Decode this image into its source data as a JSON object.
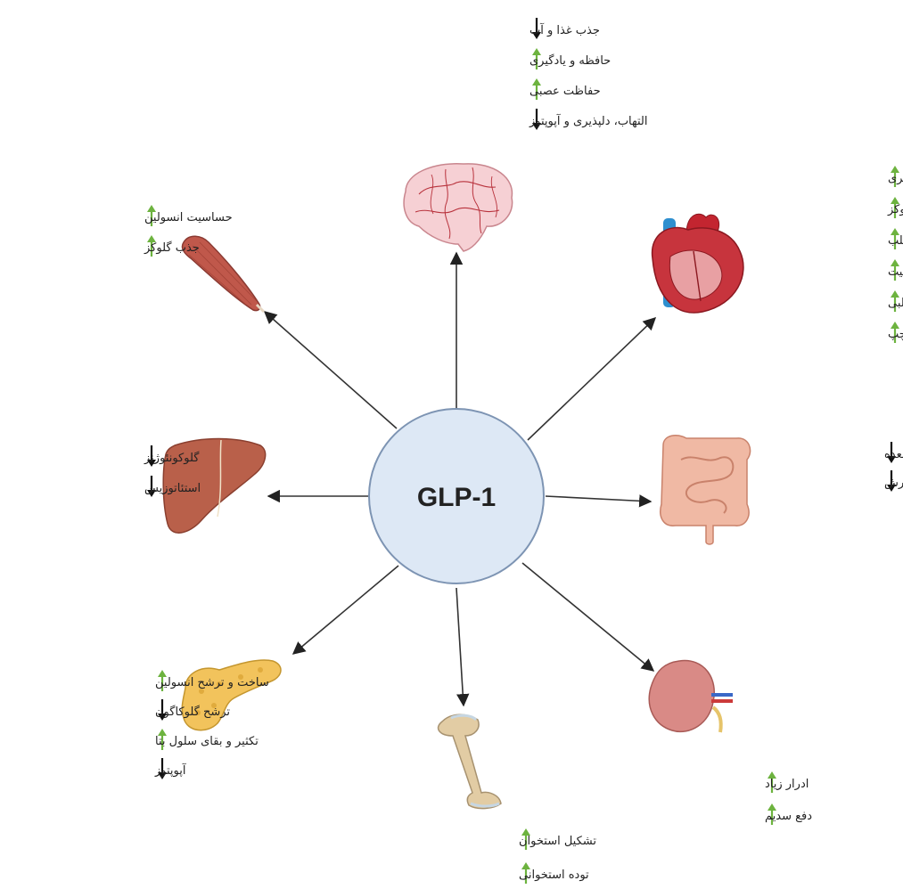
{
  "center": {
    "label": "GLP-1"
  },
  "colors": {
    "up_arrow": "#6db33f",
    "down_arrow": "#111111",
    "center_fill": "#dde8f5",
    "center_stroke": "#7d94b3"
  },
  "organs": [
    {
      "name": "brain",
      "icon": "brain-icon",
      "effects": [
        {
          "text": "جذب غذا و آب",
          "direction": "down"
        },
        {
          "text": "حافظه و یادگیری",
          "direction": "up"
        },
        {
          "text": "حفاظت عصبی",
          "direction": "up"
        },
        {
          "text": "التهاب، دلپذیری و آپوپتوز",
          "direction": "down"
        }
      ]
    },
    {
      "name": "heart",
      "icon": "heart-icon",
      "effects": [
        {
          "text": "انقباض پذیری",
          "direction": "up"
        },
        {
          "text": "مصرف گلوکز",
          "direction": "up"
        },
        {
          "text": "حفاظت قلب",
          "direction": "up"
        },
        {
          "text": "بقای میوسیت",
          "direction": "up"
        },
        {
          "text": "برون ده قلبی",
          "direction": "up"
        },
        {
          "text": "عملکرد بطن چپ",
          "direction": "up"
        }
      ]
    },
    {
      "name": "intestine",
      "icon": "intestine-icon",
      "effects": [
        {
          "text": "تخلیه معده",
          "direction": "down"
        },
        {
          "text": "تحرک گوارش",
          "direction": "down"
        }
      ]
    },
    {
      "name": "kidney",
      "icon": "kidney-icon",
      "effects": [
        {
          "text": "ادرار زیاد",
          "direction": "up"
        },
        {
          "text": "دفع سدیم",
          "direction": "up"
        }
      ]
    },
    {
      "name": "bone",
      "icon": "bone-icon",
      "effects": [
        {
          "text": "تشکیل استخوان",
          "direction": "up"
        },
        {
          "text": "توده استخوانی",
          "direction": "up"
        }
      ]
    },
    {
      "name": "pancreas",
      "icon": "pancreas-icon",
      "effects": [
        {
          "text": "ساخت و ترشح انسولین",
          "direction": "up"
        },
        {
          "text": "ترشح گلوکاگون",
          "direction": "down"
        },
        {
          "text": "تکثیر و بقای سلول بتا",
          "direction": "up"
        },
        {
          "text": "آپوپتوز",
          "direction": "down"
        }
      ]
    },
    {
      "name": "liver",
      "icon": "liver-icon",
      "effects": [
        {
          "text": "گلوکونئوژنز",
          "direction": "down"
        },
        {
          "text": "استئاتوزیس",
          "direction": "down"
        }
      ]
    },
    {
      "name": "muscle",
      "icon": "muscle-icon",
      "effects": [
        {
          "text": "حساسیت انسولین",
          "direction": "up"
        },
        {
          "text": "جذب گلوکز",
          "direction": "up"
        }
      ]
    }
  ]
}
